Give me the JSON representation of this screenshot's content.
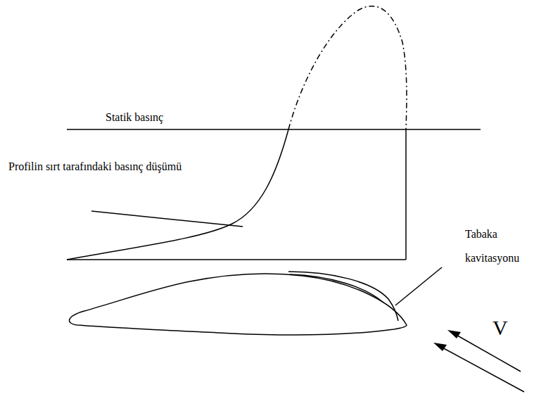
{
  "diagram": {
    "labels": [
      "Statik basınç",
      "Profilin sırt tarafındaki basınç düşümü",
      "Tabaka kavitasyonu",
      "V"
    ]
  }
}
